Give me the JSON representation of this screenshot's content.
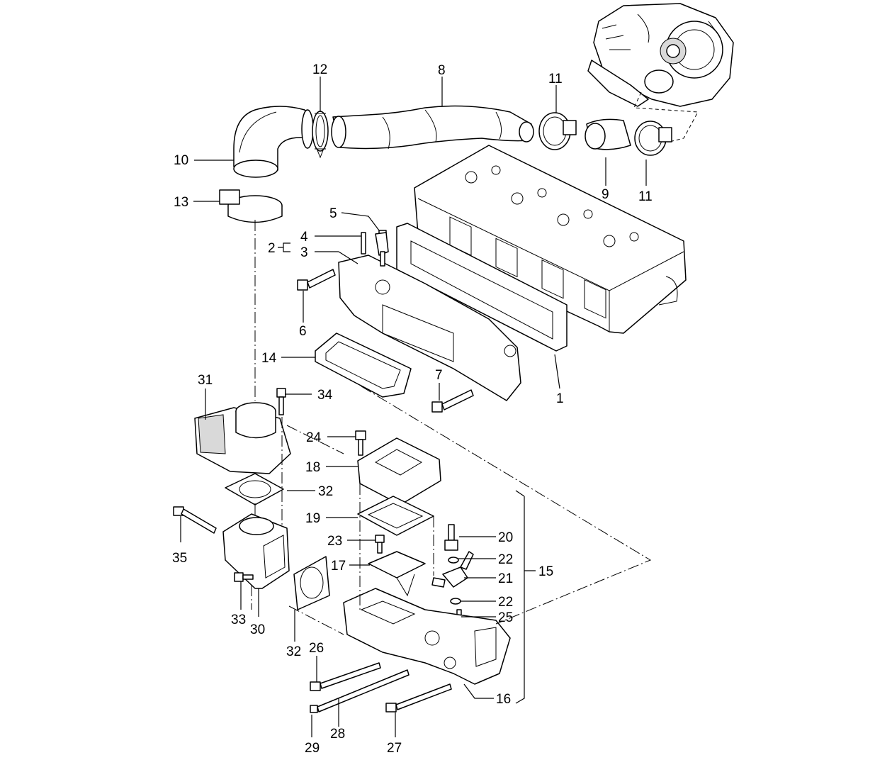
{
  "callouts": [
    {
      "id": "1",
      "label": "1"
    },
    {
      "id": "2",
      "label": "2"
    },
    {
      "id": "3",
      "label": "3"
    },
    {
      "id": "4",
      "label": "4"
    },
    {
      "id": "5",
      "label": "5"
    },
    {
      "id": "6",
      "label": "6"
    },
    {
      "id": "7",
      "label": "7"
    },
    {
      "id": "8",
      "label": "8"
    },
    {
      "id": "9",
      "label": "9"
    },
    {
      "id": "10",
      "label": "10"
    },
    {
      "id": "11a",
      "label": "11"
    },
    {
      "id": "11b",
      "label": "11"
    },
    {
      "id": "12",
      "label": "12"
    },
    {
      "id": "13",
      "label": "13"
    },
    {
      "id": "14",
      "label": "14"
    },
    {
      "id": "15",
      "label": "15"
    },
    {
      "id": "16",
      "label": "16"
    },
    {
      "id": "17",
      "label": "17"
    },
    {
      "id": "18",
      "label": "18"
    },
    {
      "id": "19",
      "label": "19"
    },
    {
      "id": "20",
      "label": "20"
    },
    {
      "id": "21",
      "label": "21"
    },
    {
      "id": "22a",
      "label": "22"
    },
    {
      "id": "22b",
      "label": "22"
    },
    {
      "id": "23",
      "label": "23"
    },
    {
      "id": "24",
      "label": "24"
    },
    {
      "id": "25",
      "label": "25"
    },
    {
      "id": "26",
      "label": "26"
    },
    {
      "id": "27",
      "label": "27"
    },
    {
      "id": "28",
      "label": "28"
    },
    {
      "id": "29",
      "label": "29"
    },
    {
      "id": "30",
      "label": "30"
    },
    {
      "id": "31",
      "label": "31"
    },
    {
      "id": "32a",
      "label": "32"
    },
    {
      "id": "32b",
      "label": "32"
    },
    {
      "id": "33",
      "label": "33"
    },
    {
      "id": "34",
      "label": "34"
    },
    {
      "id": "35",
      "label": "35"
    }
  ]
}
